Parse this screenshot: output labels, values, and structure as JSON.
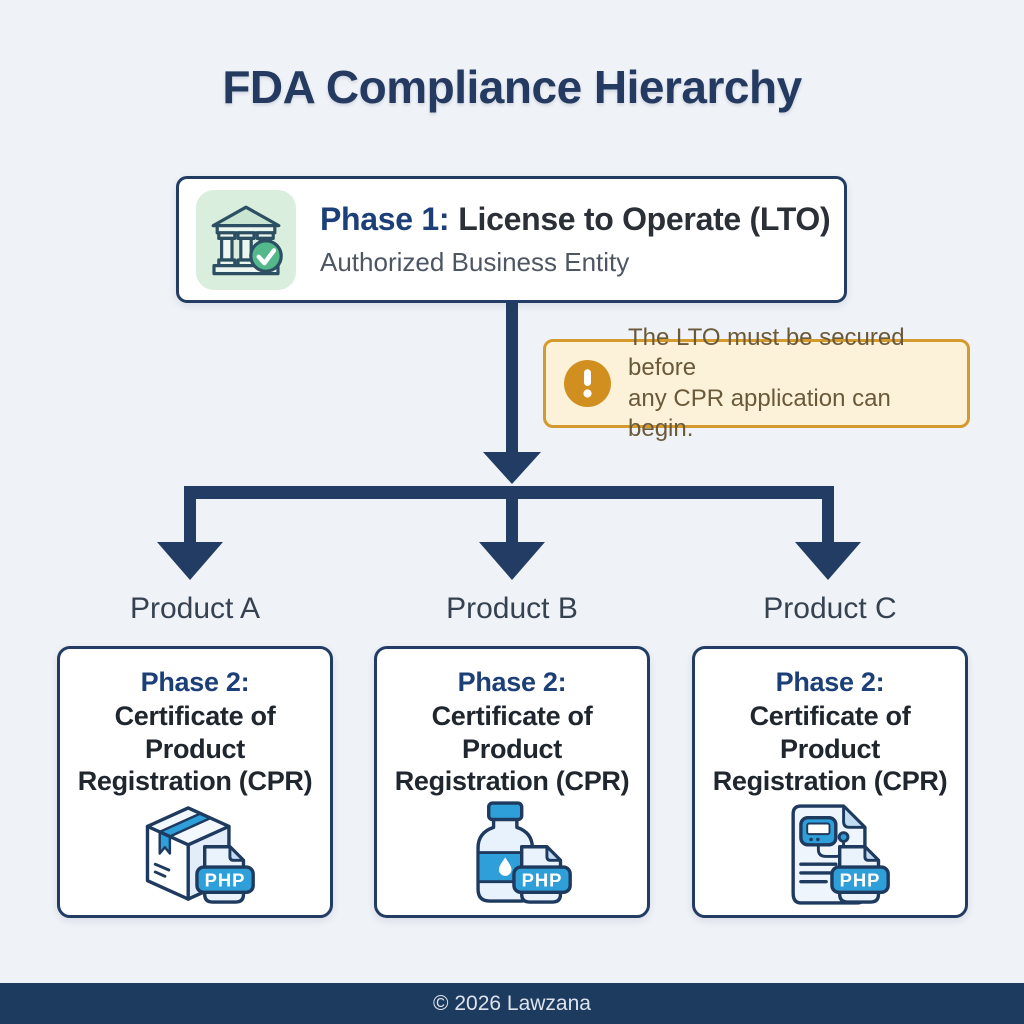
{
  "page": {
    "title": "FDA Compliance Hierarchy",
    "footer_copyright": "© 2026 Lawzana"
  },
  "phase1": {
    "heading_prefix": "Phase 1:",
    "heading_rest": "License to Operate (LTO)",
    "subtitle": "Authorized Business Entity",
    "icon": "bank-building-with-check-icon"
  },
  "warning_note": {
    "icon": "exclamation-circle-icon",
    "line1": "The LTO must be secured before",
    "line2": "any CPR application can begin."
  },
  "phase2": {
    "heading_prefix": "Phase 2:",
    "heading_title": "Certificate of Product Registration (CPR)",
    "php_badge_label": "PHP"
  },
  "products": [
    {
      "label": "Product A",
      "icon": "package-box-php-document-icon"
    },
    {
      "label": "Product B",
      "icon": "medicine-bottle-php-document-icon"
    },
    {
      "label": "Product C",
      "icon": "medical-device-report-php-document-icon"
    }
  ],
  "colors": {
    "background": "#eff2f7",
    "navy_structure": "#223c64",
    "title_text": "#243a60",
    "dark_text": "#2b3037",
    "subtitle_text": "#4d5662",
    "warning_bg": "#fcf2d9",
    "warning_border": "#d49a2e",
    "warning_icon": "#d18f1f",
    "warning_text": "#6b5a3a",
    "phase1_icon_bg": "#d9eedd",
    "check_green": "#53b98b",
    "icon_blue": "#2e9fd9",
    "icon_light_blue": "#eaf3fc",
    "footer_bg": "#1d3a5f",
    "footer_text": "#dce3ec"
  }
}
